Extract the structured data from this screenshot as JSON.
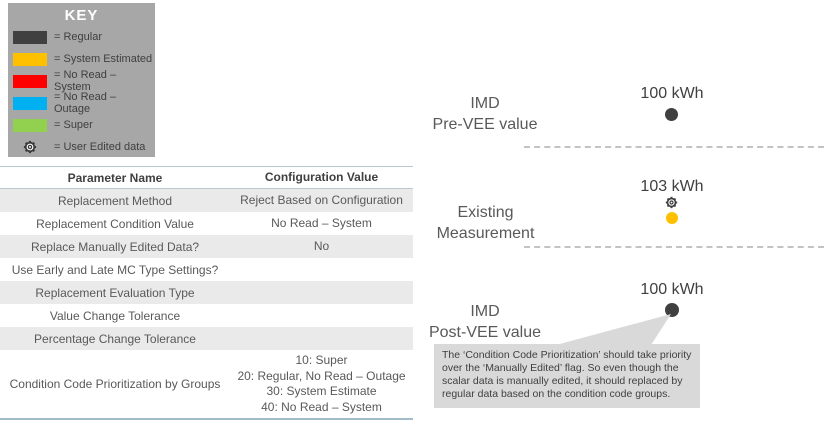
{
  "key": {
    "title": "KEY",
    "items": [
      {
        "swatch": "#404040",
        "label": "= Regular"
      },
      {
        "swatch": "#ffc000",
        "label": "= System Estimated"
      },
      {
        "swatch": "#ff0000",
        "label": "= No Read – System"
      },
      {
        "swatch": "#00b0f0",
        "label": "= No Read – Outage"
      },
      {
        "swatch": "#92d050",
        "label": "= Super"
      },
      {
        "icon": "gear-icon",
        "label": "= User Edited data"
      }
    ]
  },
  "table": {
    "columns": [
      "Parameter Name",
      "Configuration Value"
    ],
    "rows": [
      {
        "name": "Replacement Method",
        "value": "Reject Based on Configuration"
      },
      {
        "name": "Replacement Condition Value",
        "value": "No Read – System"
      },
      {
        "name": "Replace Manually Edited Data?",
        "value": "No"
      },
      {
        "name": "Use Early and Late MC Type Settings?",
        "value": ""
      },
      {
        "name": "Replacement Evaluation Type",
        "value": ""
      },
      {
        "name": "Value Change Tolerance",
        "value": ""
      },
      {
        "name": "Percentage Change Tolerance",
        "value": ""
      },
      {
        "name": "Condition Code Prioritization by Groups",
        "value": "10: Super\n20: Regular, No Read – Outage\n30: System Estimate\n40: No Read – System"
      }
    ]
  },
  "diagram": {
    "sections": [
      {
        "label": "IMD\nPre-VEE value",
        "value": "100 kWh",
        "dot_color": "#404040",
        "user_edited": false
      },
      {
        "label": "Existing\nMeasurement",
        "value": "103 kWh",
        "dot_color": "#ffc000",
        "user_edited": true
      },
      {
        "label": "IMD\nPost-VEE value",
        "value": "100 kWh",
        "dot_color": "#404040",
        "user_edited": false
      }
    ],
    "callout": "The ‘Condition Code Prioritization’ should take priority over the ‘Manually Edited’ flag.  So even though the scalar data is manually edited, it should replaced by regular data based on the condition code groups."
  },
  "colors": {
    "key_background": "#a7a7a7",
    "callout_background": "#d9d9d9",
    "dashed_line": "#c3c3c3",
    "row_alternate": "#eaeaea",
    "table_border": "#a9c2ce"
  }
}
